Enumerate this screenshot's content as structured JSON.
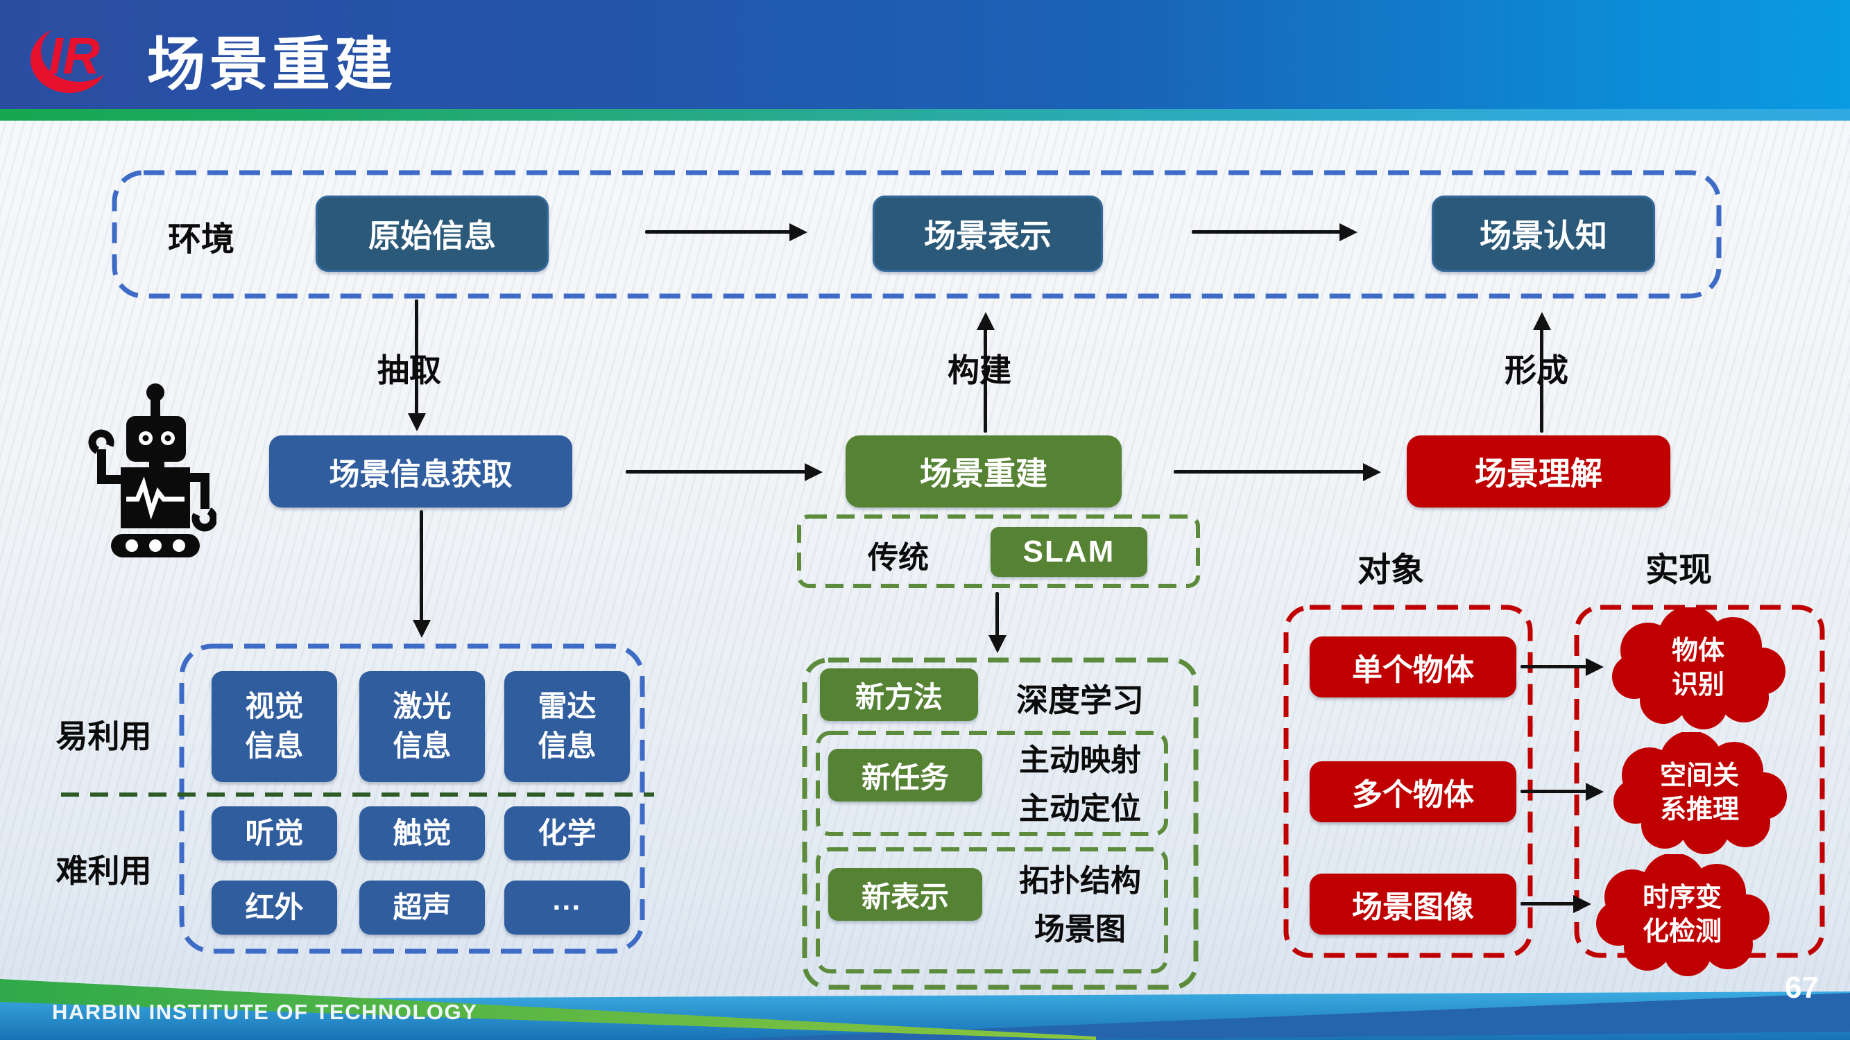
{
  "header": {
    "title": "场景重建",
    "logo": "hit-ir-logo"
  },
  "top_flow": {
    "env_label": "环境",
    "nodes": [
      "原始信息",
      "场景表示",
      "场景认知"
    ]
  },
  "process_labels": {
    "extract": "抽取",
    "build": "构建",
    "form": "形成"
  },
  "main_flow": {
    "acquire": "场景信息获取",
    "reconstruct": "场景重建",
    "understand": "场景理解"
  },
  "traditional": {
    "label": "传统",
    "slam": "SLAM"
  },
  "methods": {
    "rows": [
      {
        "tag": "新方法",
        "desc": "深度学习"
      },
      {
        "tag": "新任务",
        "desc": "主动映射\n主动定位"
      },
      {
        "tag": "新表示",
        "desc": "拓扑结构\n场景图"
      }
    ]
  },
  "sensors": {
    "easy_label": "易利用",
    "hard_label": "难利用",
    "items": [
      "视觉\n信息",
      "激光\n信息",
      "雷达\n信息",
      "听觉",
      "触觉",
      "化学",
      "红外",
      "超声",
      "···"
    ]
  },
  "objects": {
    "col1_label": "对象",
    "col2_label": "实现",
    "items": [
      "单个物体",
      "多个物体",
      "场景图像"
    ],
    "results": [
      "物体\n识别",
      "空间关\n系推理",
      "时序变\n化检测"
    ]
  },
  "footer": {
    "org": "HARBIN INSTITUTE OF TECHNOLOGY",
    "page": "67"
  },
  "colors": {
    "header_blue_left": "#2B4DA1",
    "header_blue_right": "#0A9BE2",
    "accent_green": "#17A74F",
    "accent_teal": "#2FA9DC",
    "node_navy": "#2A5979",
    "node_blue": "#2F5D9E",
    "node_green": "#568234",
    "node_red": "#C00000",
    "dash_blue": "#3D6BC6",
    "dash_green": "#5C8B3C",
    "dash_red": "#C00000",
    "divider_green": "#2E5A25",
    "logo_red": "#E8112D"
  }
}
